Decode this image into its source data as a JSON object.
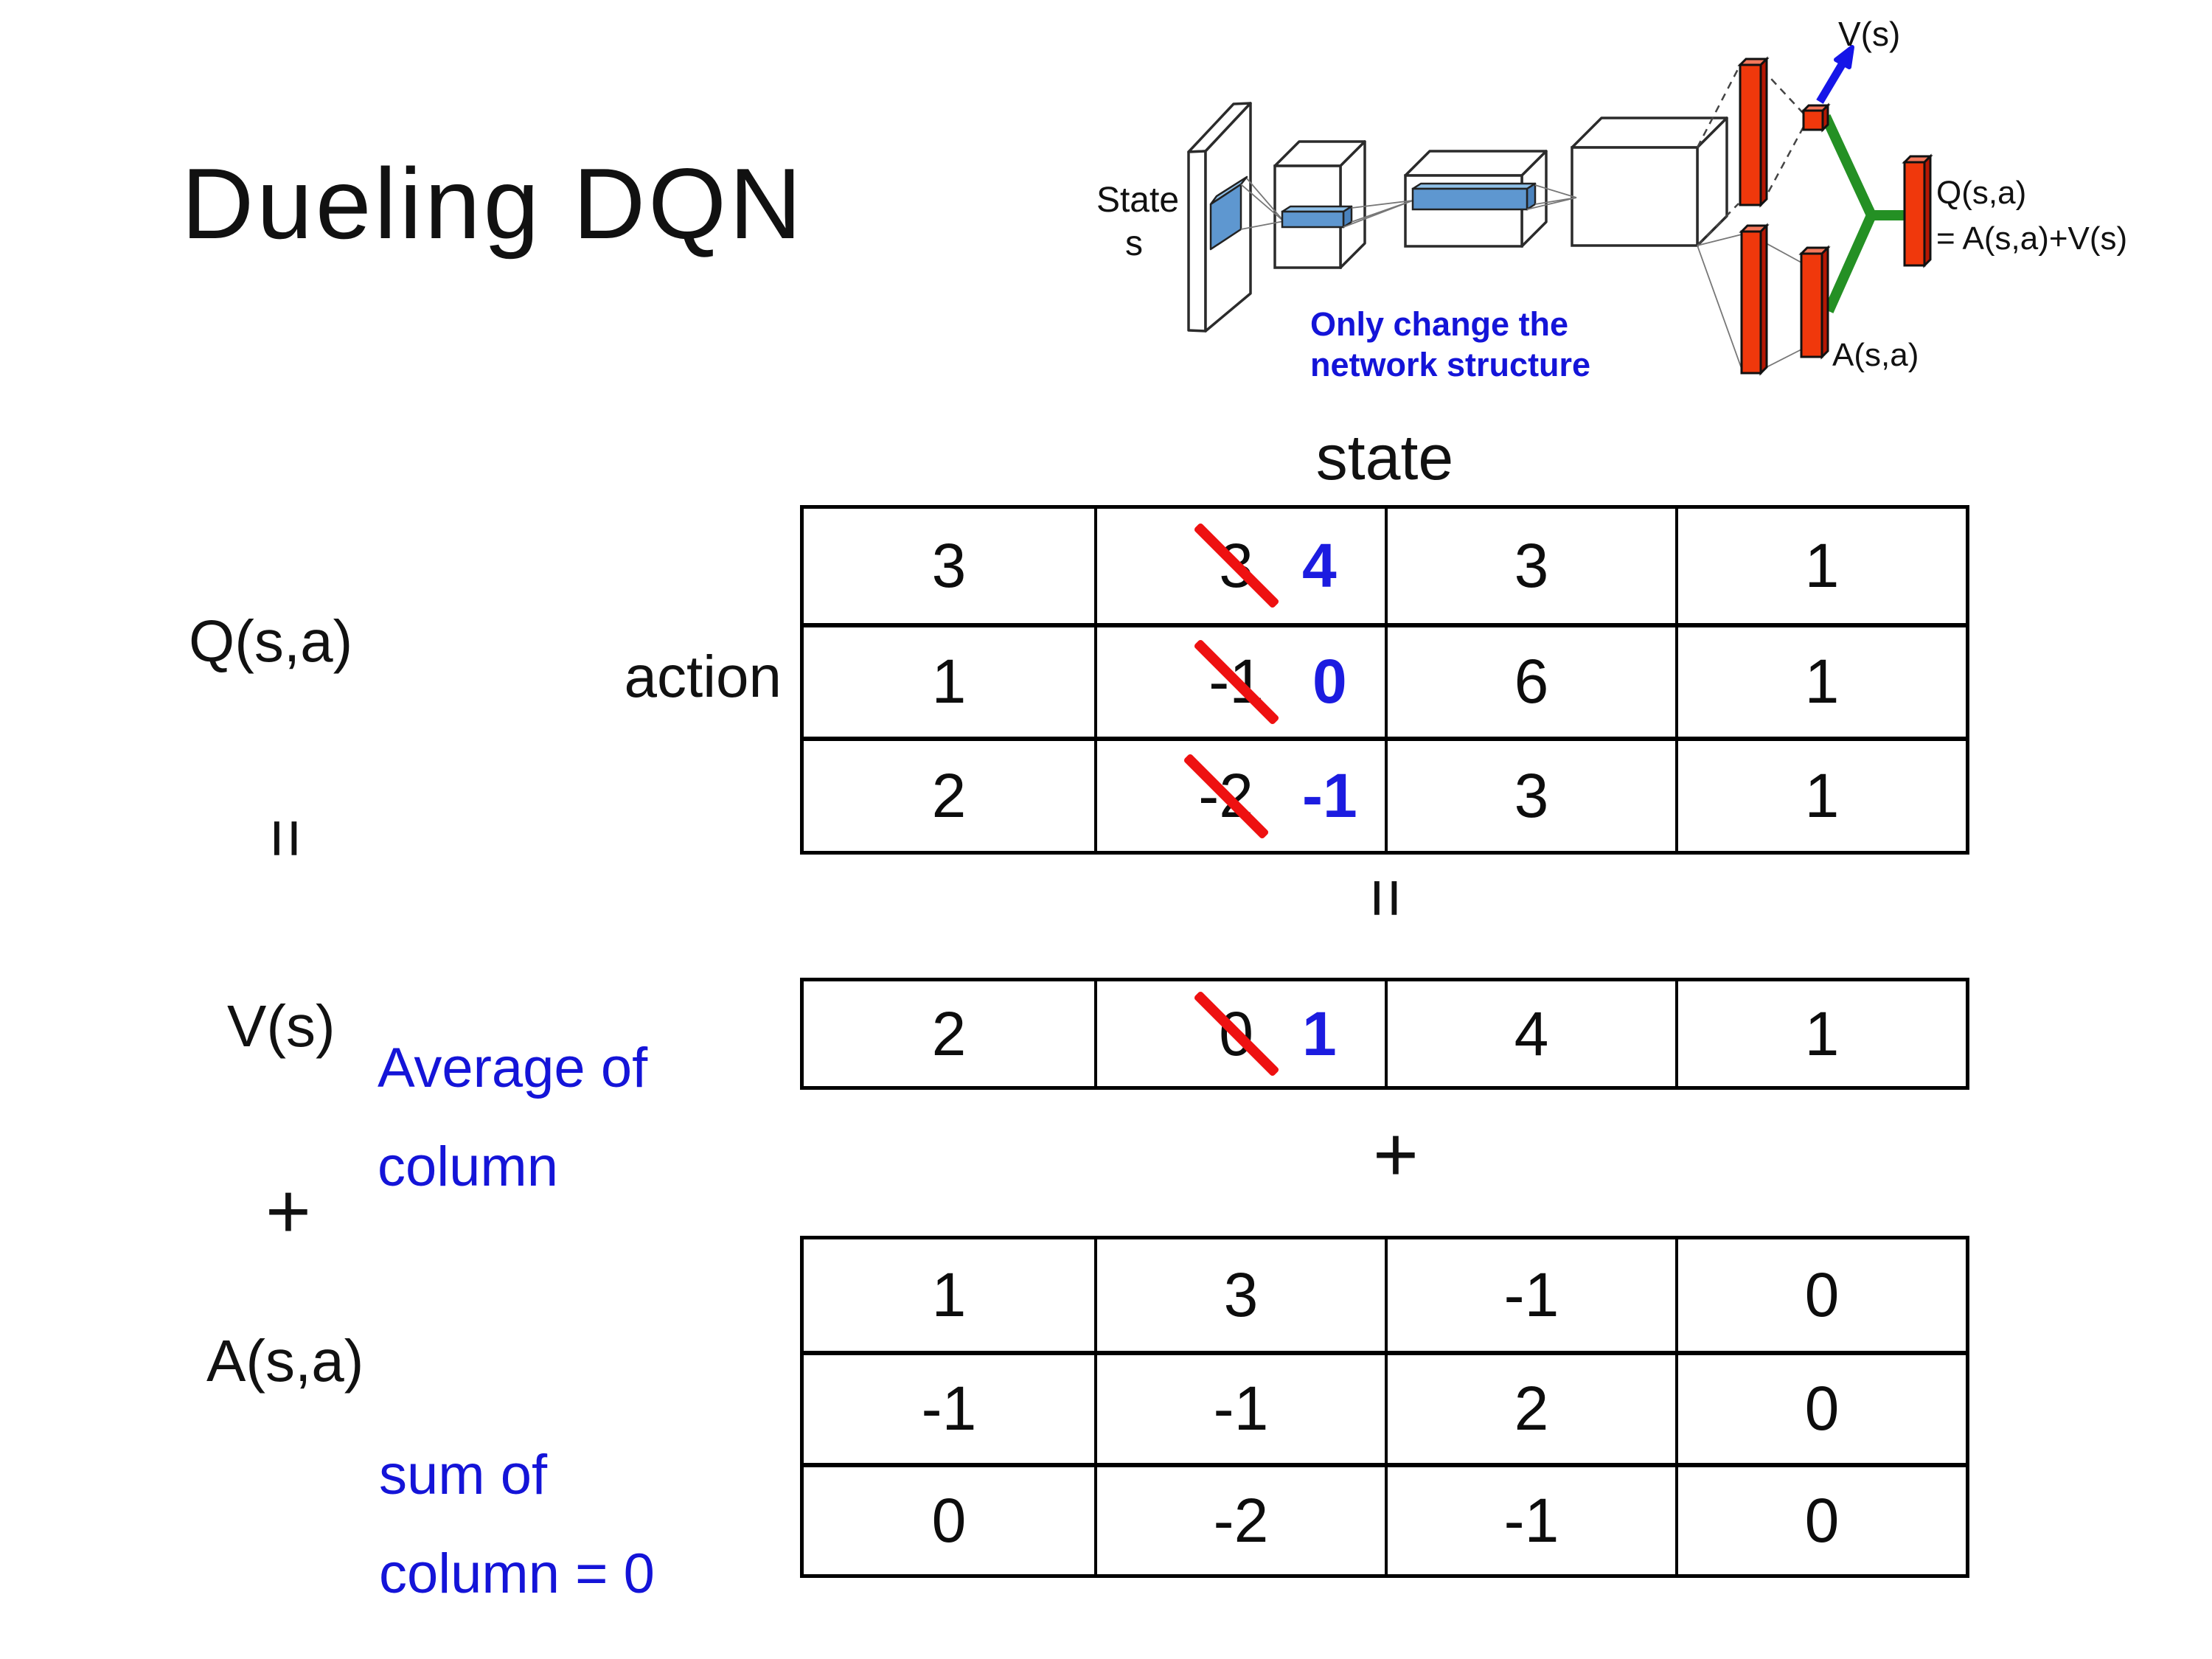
{
  "title": "Dueling DQN",
  "diagram": {
    "state_line1": "State",
    "state_line2": "s",
    "note_line1": "Only change the",
    "note_line2": "network structure",
    "v_output": "V(s)",
    "q_output": "Q(s,a)",
    "q_formula": "= A(s,a)+V(s)",
    "a_output": "A(s,a)"
  },
  "labels": {
    "state_header": "state",
    "action": "action",
    "q": "Q(s,a)",
    "v": "V(s)",
    "a": "A(s,a)",
    "equals_left": "=",
    "equals_mid": "=",
    "plus_left": "+",
    "plus_mid": "+",
    "average_note_line1": "Average of",
    "average_note_line2": "column",
    "sum_note_line1": "sum of",
    "sum_note_line2": "column = 0"
  },
  "matrices": {
    "q": {
      "rows": [
        {
          "cells": [
            {
              "v": "3"
            },
            {
              "old": "3",
              "new": "4"
            },
            {
              "v": "3"
            },
            {
              "v": "1"
            }
          ]
        },
        {
          "cells": [
            {
              "v": "1"
            },
            {
              "old": "-1",
              "new": "0"
            },
            {
              "v": "6"
            },
            {
              "v": "1"
            }
          ]
        },
        {
          "cells": [
            {
              "v": "2"
            },
            {
              "old": "-2",
              "new": "-1"
            },
            {
              "v": "3"
            },
            {
              "v": "1"
            }
          ]
        }
      ]
    },
    "v": {
      "rows": [
        {
          "cells": [
            {
              "v": "2"
            },
            {
              "old": "0",
              "new": "1"
            },
            {
              "v": "4"
            },
            {
              "v": "1"
            }
          ]
        }
      ]
    },
    "a": {
      "rows": [
        {
          "cells": [
            {
              "v": "1"
            },
            {
              "v": "3"
            },
            {
              "v": "-1"
            },
            {
              "v": "0"
            }
          ]
        },
        {
          "cells": [
            {
              "v": "-1"
            },
            {
              "v": "-1"
            },
            {
              "v": "2"
            },
            {
              "v": "0"
            }
          ]
        },
        {
          "cells": [
            {
              "v": "0"
            },
            {
              "v": "-2"
            },
            {
              "v": "-1"
            },
            {
              "v": "0"
            }
          ]
        }
      ]
    }
  },
  "colors": {
    "accent_blue": "#1414d8",
    "number_blue": "#1c1ce0",
    "strike_red": "#ee1111",
    "diagram_green": "#249024",
    "bar_red": "#f0380c",
    "slab_blue": "#5e97d0"
  }
}
